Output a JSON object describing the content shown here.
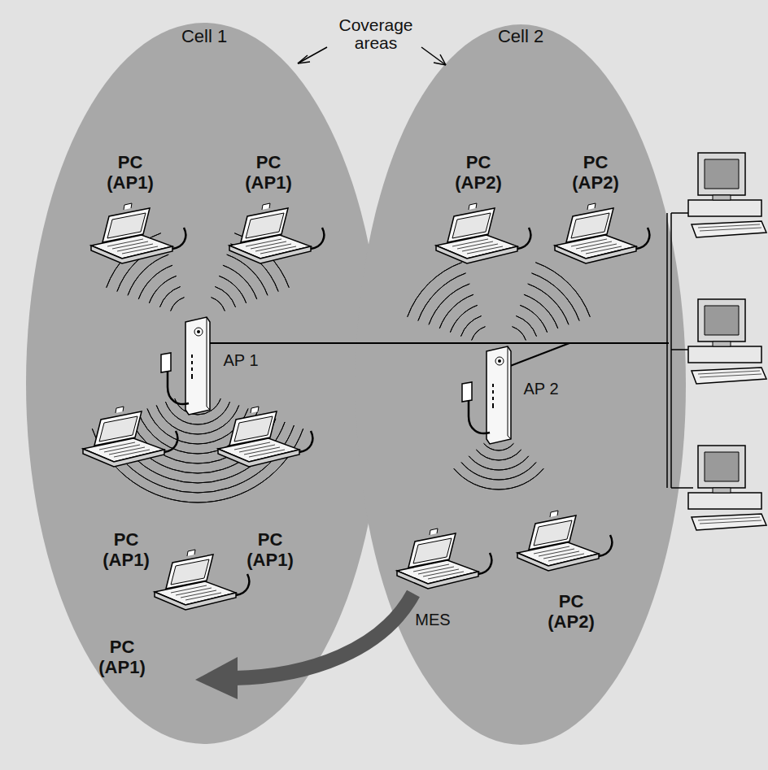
{
  "diagram": {
    "nodes": [
      {
        "text": [
          "Cell 1"
        ]
      },
      {
        "text": [
          "Cell 2"
        ]
      }
    ],
    "labels": [
      "Coverage areas",
      "PC (AP1)",
      "PC (AP1)",
      "PC (AP2)",
      "PC (AP2)",
      "AP 1",
      "AP 2",
      "PC (AP1)",
      "PC (AP1)",
      "MES",
      "PC (AP2)",
      "PC (AP1)"
    ]
  }
}
